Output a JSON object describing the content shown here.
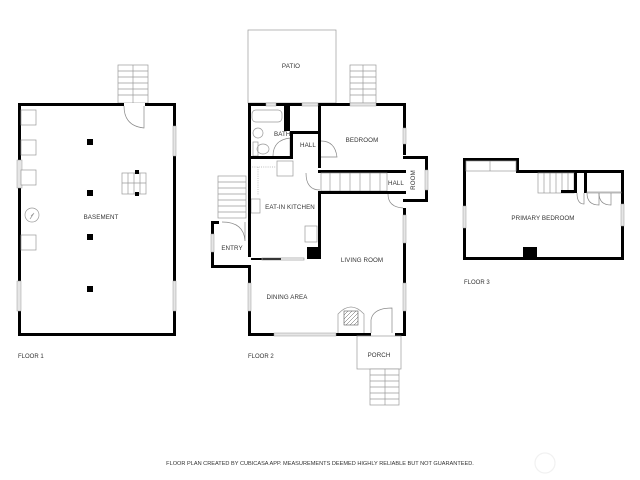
{
  "floor_plan": {
    "floors": [
      {
        "label": "FLOOR 1",
        "rooms": [
          {
            "label": "BASEMENT"
          }
        ]
      },
      {
        "label": "FLOOR 2",
        "rooms": [
          {
            "label": "PATIO"
          },
          {
            "label": "BATH"
          },
          {
            "label": "HALL"
          },
          {
            "label": "BEDROOM"
          },
          {
            "label": "HALL"
          },
          {
            "label": "ROOM"
          },
          {
            "label": "EAT-IN KITCHEN"
          },
          {
            "label": "ENTRY"
          },
          {
            "label": "LIVING ROOM"
          },
          {
            "label": "DINING AREA"
          },
          {
            "label": "PORCH"
          }
        ]
      },
      {
        "label": "FLOOR 3",
        "rooms": [
          {
            "label": "PRIMARY BEDROOM"
          }
        ]
      }
    ],
    "disclaimer": "FLOOR PLAN CREATED BY CUBICASA APP. MEASUREMENTS DEEMED HIGHLY RELIABLE BUT NOT GUARANTEED.",
    "colors": {
      "wall": "#000000",
      "fixture": "#9a9a9a",
      "background": "#ffffff"
    }
  }
}
